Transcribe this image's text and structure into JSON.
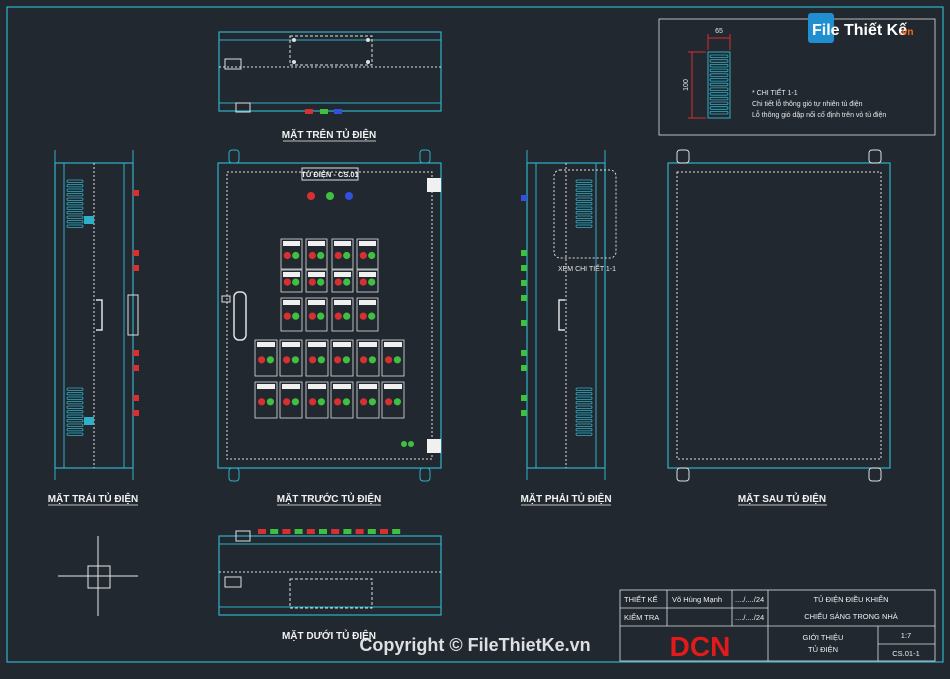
{
  "logo": {
    "text": "File Thiết Kế",
    "suffix": ".vn"
  },
  "views": {
    "top": "MẶT TRÊN TỦ ĐIỆN",
    "left": "MẶT TRÁI TỦ ĐIỆN",
    "front": "MẶT TRƯỚC TỦ ĐIỆN",
    "right": "MẶT PHẢI TỦ ĐIỆN",
    "back": "MẶT SAU TỦ ĐIỆN",
    "bottom": "MẶT DƯỚI TỦ ĐIỆN"
  },
  "nameplate": "TỦ ĐIỆN - CS.01",
  "detail_ref": "XEM CHI TIẾT 1-1",
  "detail": {
    "dim_width": "65",
    "dim_height": "100",
    "note_title": "* CHI TIẾT 1-1",
    "note_line1": "Chi tiết lỗ thông gió tự nhiên tủ điện",
    "note_line2": "Lỗ thông gió dập nổi cố định trên vỏ tủ điện"
  },
  "title_block": {
    "designer_label": "THIẾT KẾ",
    "designer_name": "Võ Hùng Mạnh",
    "designer_date": "..../..../24",
    "checker_label": "KIỂM TRA",
    "checker_date": "..../..../24",
    "project_line1": "TỦ ĐIỆN ĐIỀU KHIỂN",
    "project_line2": "CHIẾU SÁNG TRONG NHÀ",
    "sheet_line1": "GIỚI THIỆU",
    "sheet_line2": "TỦ ĐIỆN",
    "scale": "1:7",
    "drawing_no": "CS.01-1",
    "company_logo": "DCN"
  },
  "watermark": "Copyright © FileThietKe.vn"
}
